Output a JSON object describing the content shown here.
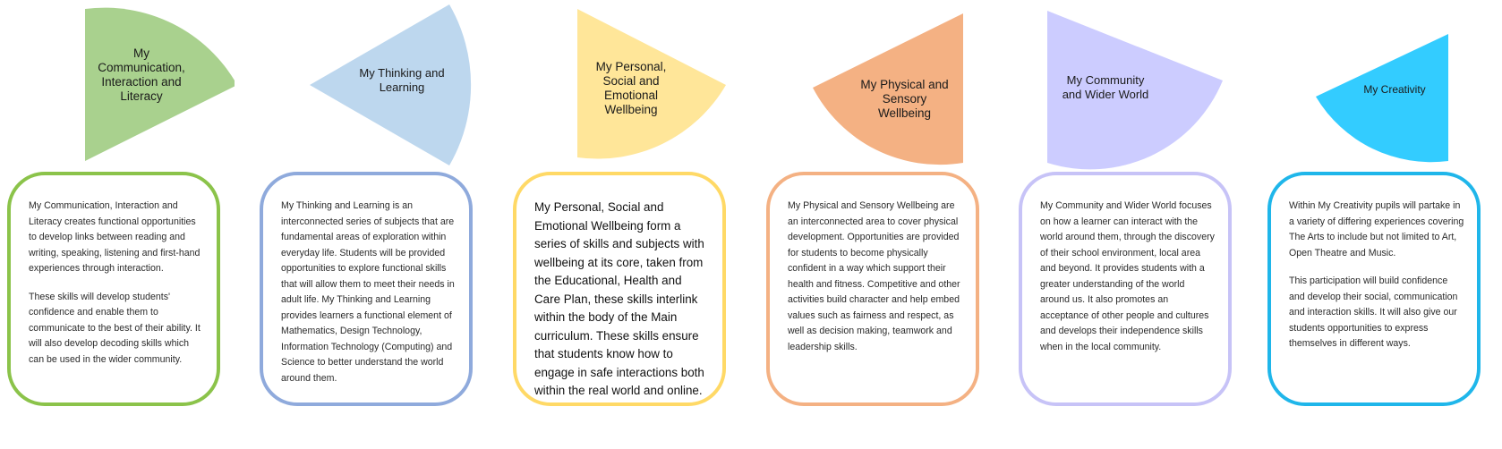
{
  "columns": [
    {
      "title": "My Communication, Interaction and Literacy",
      "title_lines": [
        "My",
        "Communication,",
        "Interaction and",
        "Literacy"
      ],
      "color": "#a9d18e",
      "border_color": "#8bc34a",
      "paragraphs": [
        "My Communication, Interaction and Literacy creates functional opportunities to develop links between reading and writing, speaking, listening and first-hand experiences through interaction.",
        "These skills will develop students' confidence and enable them to communicate to the best of their ability. It will also develop decoding skills which can be used in the wider community."
      ]
    },
    {
      "title": "My Thinking and Learning",
      "title_lines": [
        "My Thinking and",
        "Learning"
      ],
      "color": "#bdd7ee",
      "border_color": "#8faadc",
      "paragraphs": [
        "My Thinking and Learning is an interconnected series of subjects that are fundamental areas of exploration within everyday life. Students will be provided opportunities to explore functional skills that will allow them to meet their needs in adult life. My Thinking and Learning provides learners a functional element of Mathematics, Design Technology, Information Technology (Computing) and Science to better understand the world around them."
      ]
    },
    {
      "title": "My Personal, Social and Emotional Wellbeing",
      "title_lines": [
        "My Personal,",
        "Social and",
        "Emotional",
        "Wellbeing"
      ],
      "color": "#ffe699",
      "border_color": "#ffd966",
      "paragraphs": [
        "My Personal, Social and Emotional Wellbeing form a series of skills and subjects with wellbeing at its core, taken from the Educational, Health and Care Plan, these skills interlink within the body of the Main curriculum. These skills ensure that students know how to engage in safe interactions both within the real world and online."
      ]
    },
    {
      "title": "My Physical and Sensory Wellbeing",
      "title_lines": [
        "My Physical and",
        "Sensory",
        "Wellbeing"
      ],
      "color": "#f4b183",
      "border_color": "#f4b183",
      "paragraphs": [
        "My Physical and Sensory Wellbeing are an interconnected area to cover physical development. Opportunities are provided for students to become physically confident in a way which support their health and fitness. Competitive and other activities build character and help embed values such as fairness and respect, as well as decision making, teamwork and leadership skills."
      ]
    },
    {
      "title": "My Community and Wider World",
      "title_lines": [
        "My Community",
        "and Wider World"
      ],
      "color": "#ccccff",
      "border_color": "#c7c3f7",
      "paragraphs": [
        "My Community and Wider World focuses on how a learner can interact with the world around them, through the discovery of their school environment, local area and beyond. It provides students with a greater understanding of the world around us. It also promotes an acceptance of other people and cultures and develops their independence skills when in the local community."
      ]
    },
    {
      "title": "My Creativity",
      "title_lines": [
        "My Creativity"
      ],
      "color": "#33ccff",
      "border_color": "#1fb6ea",
      "paragraphs": [
        "Within My Creativity pupils will partake in a variety of differing experiences covering The Arts to include but not limited to Art, Open Theatre and Music.",
        "This participation will build confidence and develop their social, communication and interaction skills. It will also give our students opportunities to express themselves in different ways."
      ]
    }
  ]
}
